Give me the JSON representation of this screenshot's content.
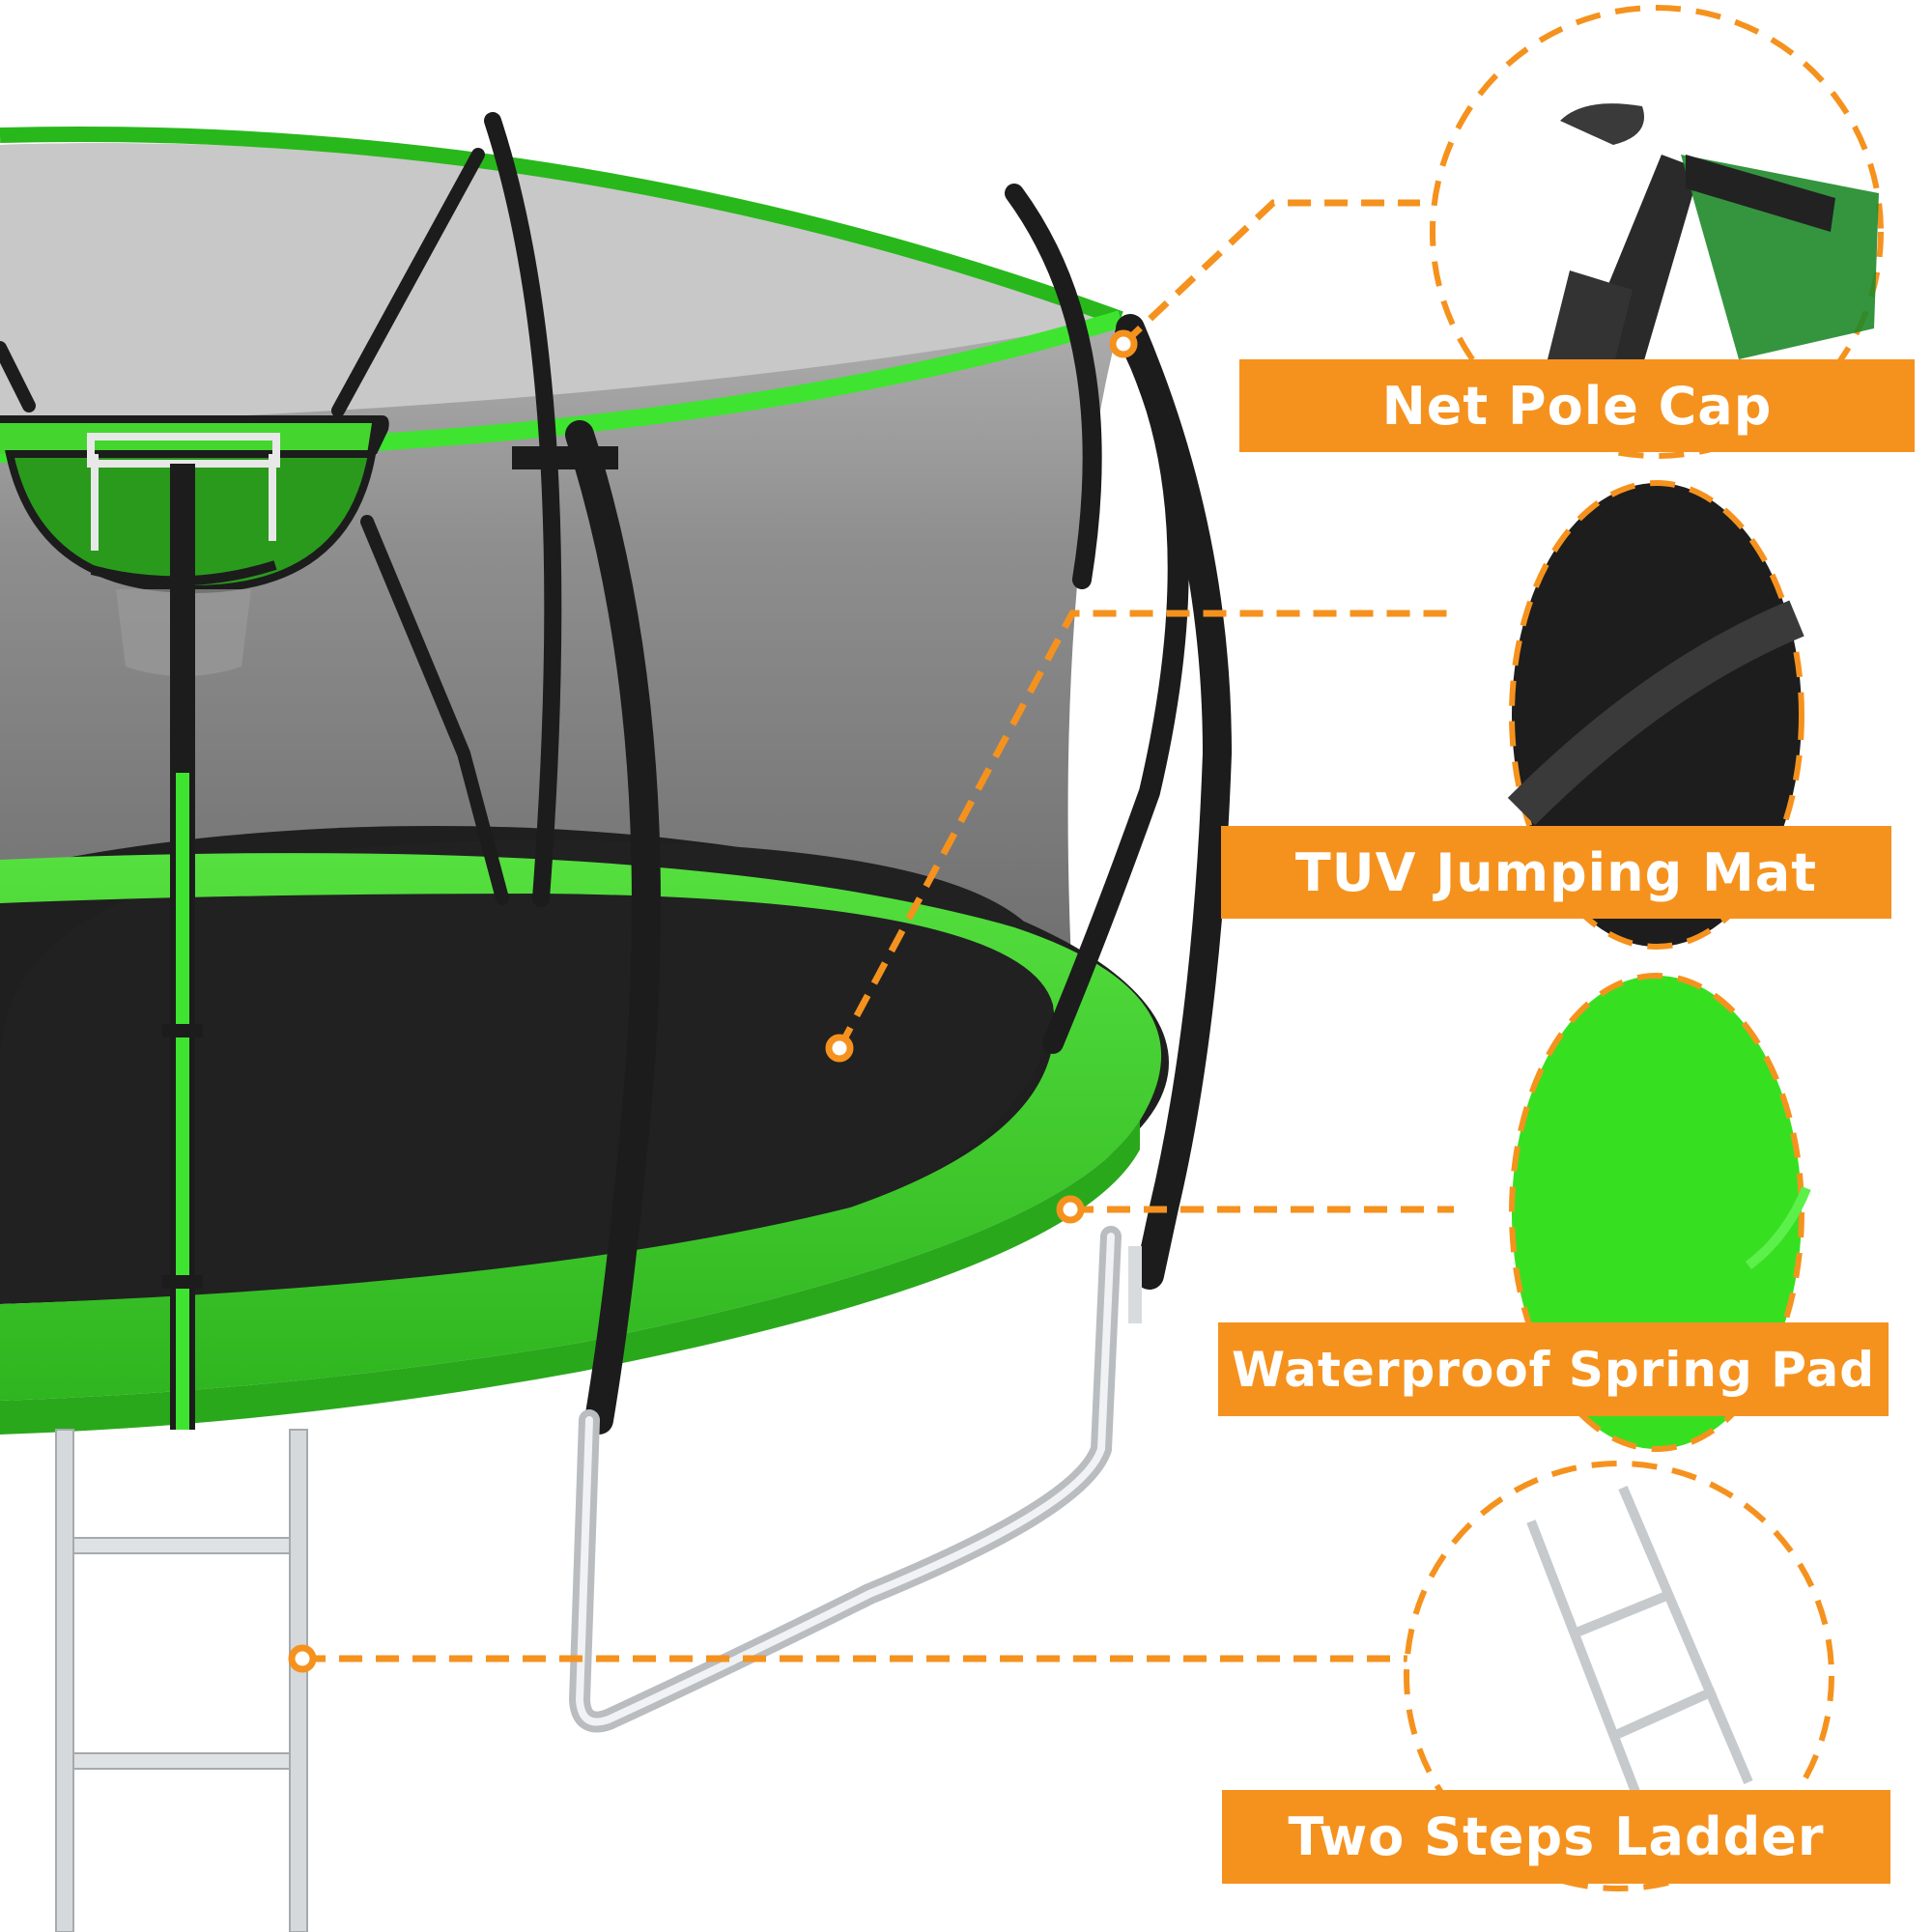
{
  "product": "Trampoline with enclosure net, basketball hoop and ladder",
  "colors": {
    "accent_orange": "#f5921e",
    "pad_green": "#3ecf2a",
    "rim_green": "#2ec51f",
    "mat_black": "#1e1e1e",
    "net_grey": "#8a8a8a",
    "pole_black": "#1c1c1c",
    "steel": "#cfd2d4",
    "label_text": "#ffffff"
  },
  "callouts": [
    {
      "id": "net-pole-cap",
      "label": "Net Pole Cap",
      "image": "pole-cap-closeup"
    },
    {
      "id": "tuv-jumping-mat",
      "label": "TUV Jumping Mat",
      "image": "woven-mat-closeup"
    },
    {
      "id": "waterproof-spring-pad",
      "label": "Waterproof Spring Pad",
      "image": "green-pad-water-droplets"
    },
    {
      "id": "two-steps-ladder",
      "label": "Two Steps Ladder",
      "image": "ladder-closeup"
    }
  ]
}
